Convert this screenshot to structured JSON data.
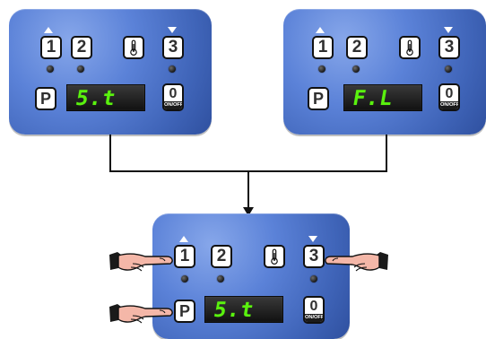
{
  "panels": {
    "left": {
      "display": "5.t",
      "keys": {
        "one": "1",
        "two": "2",
        "three": "3",
        "p": "P",
        "zero": "0",
        "onoff": "ON/OFF"
      }
    },
    "right": {
      "display": "F.L",
      "keys": {
        "one": "1",
        "two": "2",
        "three": "3",
        "p": "P",
        "zero": "0",
        "onoff": "ON/OFF"
      }
    },
    "bottom": {
      "display": "5.t",
      "keys": {
        "one": "1",
        "two": "2",
        "three": "3",
        "p": "P",
        "zero": "0",
        "onoff": "ON/OFF"
      }
    }
  },
  "icons": {
    "up_arrow": "up-arrow-icon",
    "down_arrow": "down-arrow-icon",
    "thermometer": "thermometer-icon",
    "hand": "pointing-hand-icon"
  },
  "colors": {
    "panel": "#5b82d8",
    "display_text": "#5af20e",
    "display_bg": "#1f1f1f",
    "key_border": "#111111",
    "connector": "#111111"
  }
}
